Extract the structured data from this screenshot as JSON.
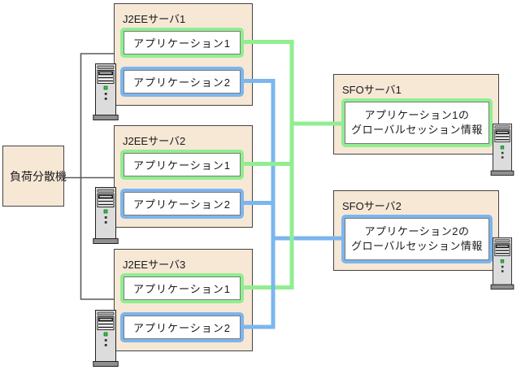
{
  "colors": {
    "app1_accent": "#90EE90",
    "app2_accent": "#7BB6EE",
    "node_fill": "#F7E8D6",
    "connector_gray": "#5a5a5a"
  },
  "load_balancer": {
    "label": "負荷分散機"
  },
  "j2ee_servers": [
    {
      "label": "J2EEサーバ1",
      "app1": "アプリケーション1",
      "app2": "アプリケーション2"
    },
    {
      "label": "J2EEサーバ2",
      "app1": "アプリケーション1",
      "app2": "アプリケーション2"
    },
    {
      "label": "J2EEサーバ3",
      "app1": "アプリケーション1",
      "app2": "アプリケーション2"
    }
  ],
  "sfo_servers": [
    {
      "label": "SFOサーバ1",
      "line1": "アプリケーション1の",
      "line2": "グローバルセッション情報"
    },
    {
      "label": "SFOサーバ2",
      "line1": "アプリケーション2の",
      "line2": "グローバルセッション情報"
    }
  ],
  "icons": {
    "server": "tower-server-icon"
  }
}
